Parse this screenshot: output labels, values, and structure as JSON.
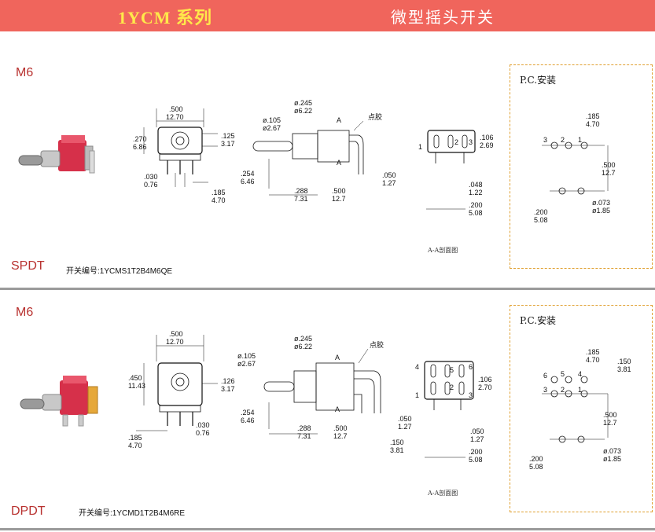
{
  "header": {
    "left_title": "1YCM 系列",
    "right_title": "微型摇头开关"
  },
  "sections": [
    {
      "code": "M6",
      "type": "SPDT",
      "part_label": "开关编号:",
      "part_number": "1YCMS1T2B4M6QE",
      "pc_title": "P.C.安装",
      "section_label": "A-A剖面图",
      "dims": {
        "front_w": [
          ".500",
          "12.70"
        ],
        "front_h": [
          ".270",
          "6.86"
        ],
        "front_side": [
          ".125",
          "3.17"
        ],
        "pin_sp": [
          ".030",
          "0.76"
        ],
        "pin_off": [
          ".185",
          "4.70"
        ],
        "shaft_d": [
          "ø.105",
          "ø2.67"
        ],
        "bush_d": [
          "ø.245",
          "ø6.22"
        ],
        "mark": "点胶",
        "aa": "A",
        "side_h": [
          ".254",
          "6.46"
        ],
        "side_l": [
          ".288",
          "7.31"
        ],
        "side_body": [
          ".500",
          "12.7"
        ],
        "side_pin": [
          ".050",
          "1.27"
        ],
        "sect_h": [
          ".106",
          "2.69"
        ],
        "sect_w": [
          ".048",
          "1.22"
        ],
        "sect_pin": [
          ".200",
          "5.08"
        ],
        "pins": [
          "1",
          "2",
          "3"
        ],
        "pc_sp": [
          ".185",
          "4.70"
        ],
        "pc_row": [
          ".500",
          "12.7"
        ],
        "pc_hole": [
          "ø.073",
          "ø1.85"
        ],
        "pc_base": [
          ".200",
          "5.08"
        ],
        "pc_pins": [
          "3",
          "2",
          "1"
        ]
      }
    },
    {
      "code": "M6",
      "type": "DPDT",
      "part_label": "开关编号:",
      "part_number": "1YCMD1T2B4M6RE",
      "pc_title": "P.C.安装",
      "section_label": "A-A剖面图",
      "dims": {
        "front_w": [
          ".500",
          "12.70"
        ],
        "front_h": [
          ".450",
          "11.43"
        ],
        "front_side": [
          ".126",
          "3.17"
        ],
        "pin_sp": [
          ".030",
          "0.76"
        ],
        "pin_off": [
          ".185",
          "4.70"
        ],
        "shaft_d": [
          "ø.105",
          "ø2.67"
        ],
        "bush_d": [
          "ø.245",
          "ø6.22"
        ],
        "mark": "点胶",
        "aa": "A",
        "side_h": [
          ".254",
          "6.46"
        ],
        "side_l": [
          ".288",
          "7.31"
        ],
        "side_body": [
          ".500",
          "12.7"
        ],
        "side_pin": [
          ".050",
          "1.27"
        ],
        "side_pin2": [
          ".150",
          "3.81"
        ],
        "sect_h": [
          ".106",
          "2.70"
        ],
        "sect_w": [
          ".050",
          "1.27"
        ],
        "sect_pin": [
          ".200",
          "5.08"
        ],
        "pins": [
          "4",
          "5",
          "6",
          "1",
          "2",
          "3"
        ],
        "pc_sp": [
          ".185",
          "4.70"
        ],
        "pc_sp2": [
          ".150",
          "3.81"
        ],
        "pc_row": [
          ".500",
          "12.7"
        ],
        "pc_hole": [
          "ø.073",
          "ø1.85"
        ],
        "pc_base": [
          ".200",
          "5.08"
        ],
        "pc_pins": [
          "6",
          "5",
          "4",
          "3",
          "2",
          "1"
        ]
      }
    }
  ]
}
